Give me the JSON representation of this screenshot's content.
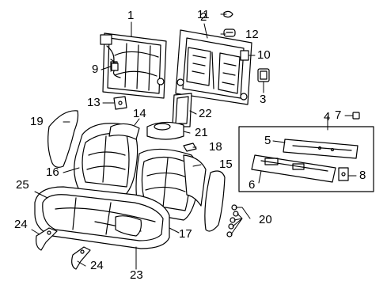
{
  "diagram": {
    "callouts": {
      "c1": "1",
      "c2": "2",
      "c3": "3",
      "c4": "4",
      "c5": "5",
      "c6": "6",
      "c7": "7",
      "c8": "8",
      "c9": "9",
      "c10": "10",
      "c11": "11",
      "c12": "12",
      "c13": "13",
      "c14": "14",
      "c15": "15",
      "c16": "16",
      "c17": "17",
      "c18": "18",
      "c19": "19",
      "c20": "20",
      "c21": "21",
      "c22": "22",
      "c23": "23",
      "c24a": "24",
      "c24b": "24",
      "c25": "25"
    }
  }
}
